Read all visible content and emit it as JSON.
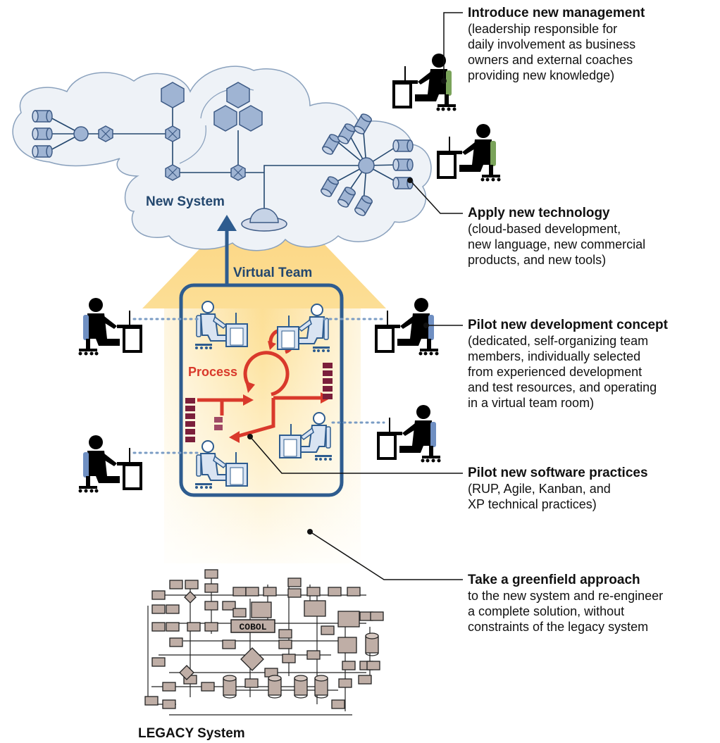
{
  "labels": {
    "new_system": "New System",
    "virtual_team": "Virtual Team",
    "process": "Process",
    "cobol": "COBOL",
    "legacy": "LEGACY System"
  },
  "callouts": [
    {
      "id": "management",
      "title": "Introduce new management",
      "desc": "(leadership responsible for\ndaily involvement as business\nowners and external coaches\nproviding new knowledge)"
    },
    {
      "id": "technology",
      "title": "Apply new technology",
      "desc": "(cloud-based development,\nnew language, new commercial\nproducts, and new tools)"
    },
    {
      "id": "concept",
      "title": "Pilot new development concept",
      "desc": "(dedicated, self-organizing team\nmembers, individually selected\nfrom experienced development\nand test resources, and operating\nin a virtual team room)"
    },
    {
      "id": "practices",
      "title": "Pilot new software practices",
      "desc": "(RUP, Agile, Kanban, and\nXP technical practices)"
    },
    {
      "id": "greenfield",
      "title": "Take a greenfield approach",
      "desc": "to the new system and re-engineer\na complete solution, without\nconstraints of the legacy system"
    }
  ],
  "colors": {
    "cloud_fill": "#eef2f7",
    "cloud_stroke": "#8aa1bd",
    "node": "#9fb4d3",
    "node_stroke": "#3d5a85",
    "team_box": "#2e5c8f",
    "arrow_glow": "#fbd27a",
    "process_red": "#d9392b",
    "kanban": "#7b1f3b",
    "legacy_box": "#bfaea6",
    "text_blue": "#23476e",
    "chair_green": "#7aa35a",
    "chair_blue": "#6f8fc2"
  }
}
